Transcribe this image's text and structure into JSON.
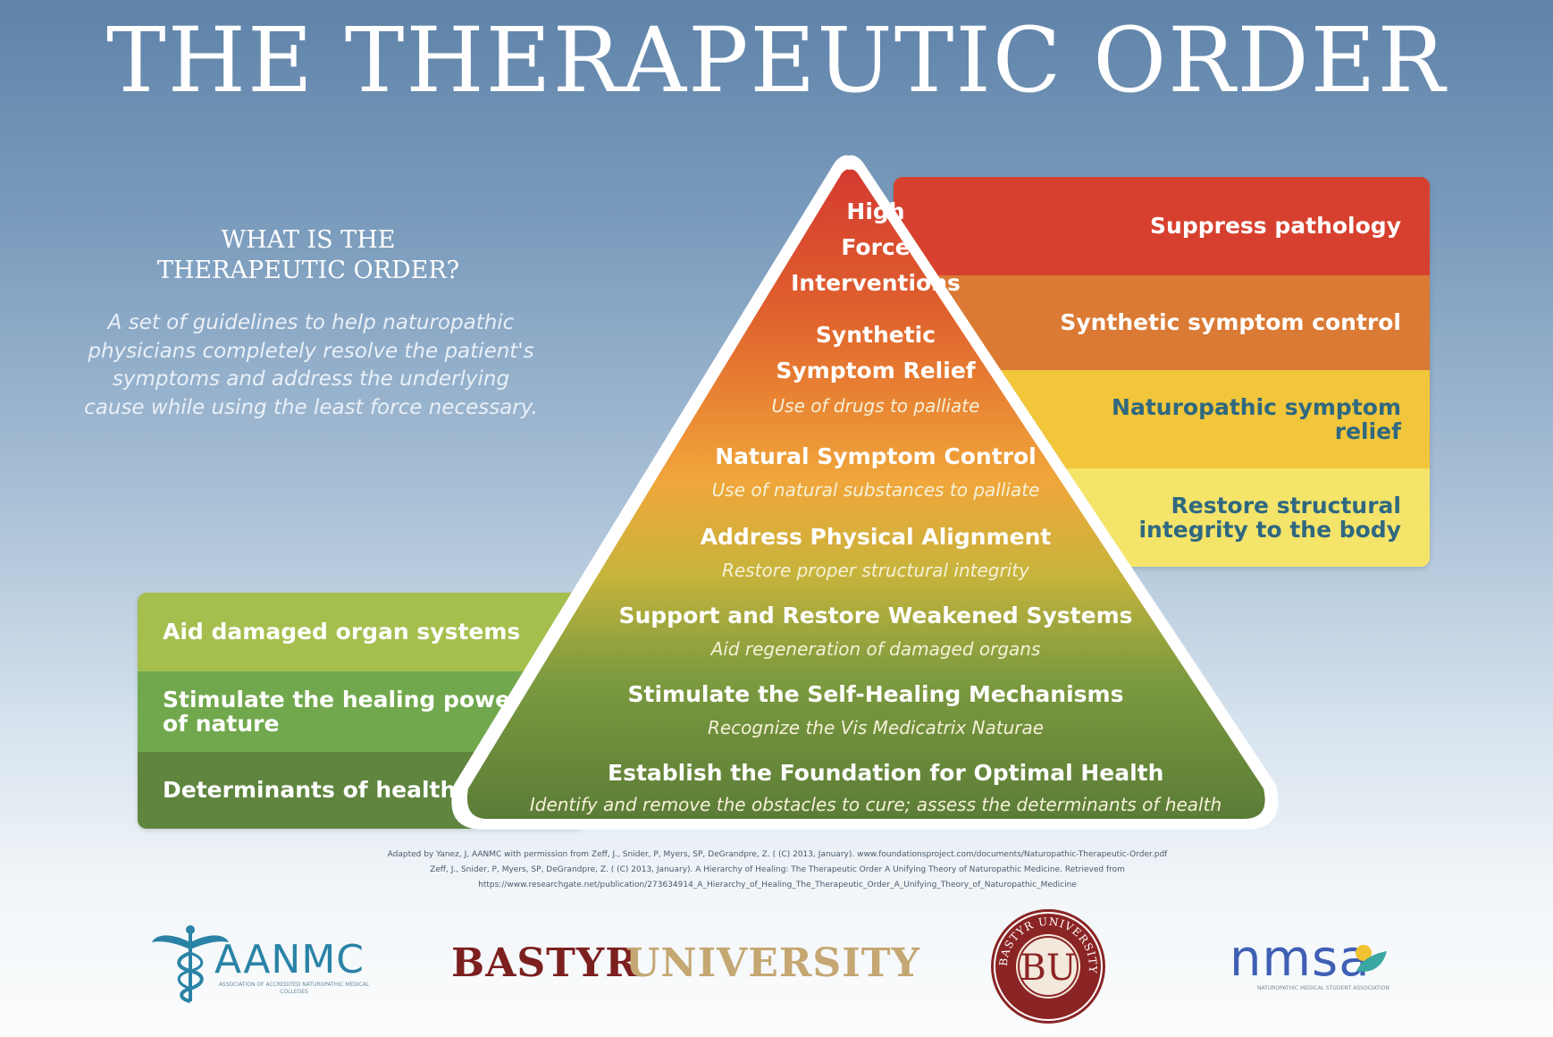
{
  "title": "THE THERAPEUTIC ORDER",
  "question": {
    "heading_line1": "WHAT IS THE",
    "heading_line2": "THERAPEUTIC ORDER?",
    "body_line1": "A set of guidelines to help naturopathic",
    "body_line2": "physicians completely resolve the patient's",
    "body_line3": "symptoms and address the underlying",
    "body_line4": "cause while using the least force necessary."
  },
  "right_band": [
    {
      "line1": "Suppress pathology",
      "line2": "",
      "color": "#d7402f",
      "text_color": "#ffffff"
    },
    {
      "line1": "Synthetic symptom control",
      "line2": "",
      "color": "#da7a34",
      "text_color": "#ffffff"
    },
    {
      "line1": "Naturopathic symptom",
      "line2": "relief",
      "color": "#f2c63a",
      "text_color": "#2f6880"
    },
    {
      "line1": "Restore structural",
      "line2": "integrity to the body",
      "color": "#f4e46a",
      "text_color": "#2f6880"
    }
  ],
  "left_band": [
    {
      "line1": "Aid damaged organ systems",
      "line2": "",
      "color": "#a5bf4e"
    },
    {
      "line1": "Stimulate the healing power",
      "line2": "of nature",
      "color": "#72a84d"
    },
    {
      "line1": "Determinants of health",
      "line2": "",
      "color": "#5f853f"
    }
  ],
  "pyramid": {
    "levels": [
      {
        "title_lines": [
          "High",
          "Force",
          "Interventions"
        ],
        "subtitle": ""
      },
      {
        "title_lines": [
          "Synthetic",
          "Symptom Relief"
        ],
        "subtitle": "Use of drugs to palliate"
      },
      {
        "title_lines": [
          "Natural Symptom Control"
        ],
        "subtitle": "Use of natural substances to palliate"
      },
      {
        "title_lines": [
          "Address Physical Alignment"
        ],
        "subtitle": "Restore proper structural integrity"
      },
      {
        "title_lines": [
          "Support and Restore Weakened Systems"
        ],
        "subtitle": "Aid regeneration of damaged organs"
      },
      {
        "title_lines": [
          "Stimulate the Self-Healing Mechanisms"
        ],
        "subtitle": "Recognize the Vis Medicatrix Naturae"
      },
      {
        "title_lines": [
          "Establish the Foundation for Optimal Health"
        ],
        "subtitle": "Identify and remove the obstacles to cure; assess the determinants of health"
      }
    ],
    "colors": {
      "top": "#d43a30",
      "upper": "#e0612d",
      "middle": "#f0a63a",
      "mid_low": "#c8b43c",
      "low": "#7d9b3f",
      "bottom": "#5b7c37"
    }
  },
  "citation": {
    "line1": "Adapted by Yanez, J, AANMC with permission from Zeff, J., Snider, P, Myers, SP, DeGrandpre, Z. ( (C) 2013, January). www.foundationsproject.com/documents/Naturopathic-Therapeutic-Order.pdf",
    "line2": "Zeff, J., Snider, P, Myers, SP, DeGrandpre, Z. ( (C) 2013, January). A Hierarchy of Healing: The Therapeutic Order A Unifying Theory of Naturopathic Medicine. Retrieved from",
    "line3": "https://www.researchgate.net/publication/273634914_A_Hierarchy_of_Healing_The_Therapeutic_Order_A_Unifying_Theory_of_Naturopathic_Medicine"
  },
  "logos": {
    "aanmc": {
      "name": "AANMC",
      "subtitle": "ASSOCIATION OF ACCREDITED NATUROPATHIC MEDICAL COLLEGES",
      "color": "#2a83a6"
    },
    "bastyr": {
      "word1": "BASTYR",
      "word2": "UNIVERSITY",
      "color1": "#7c1f1f",
      "color2": "#c4a772"
    },
    "bastyr_seal": {
      "monogram": "BU",
      "ring_text": "BASTYR UNIVERSITY",
      "color": "#8b2424"
    },
    "nmsa": {
      "name": "nmsa",
      "subtitle": "NATUROPATHIC MEDICAL STUDENT ASSOCIATION",
      "color": "#3f5fb4"
    }
  }
}
